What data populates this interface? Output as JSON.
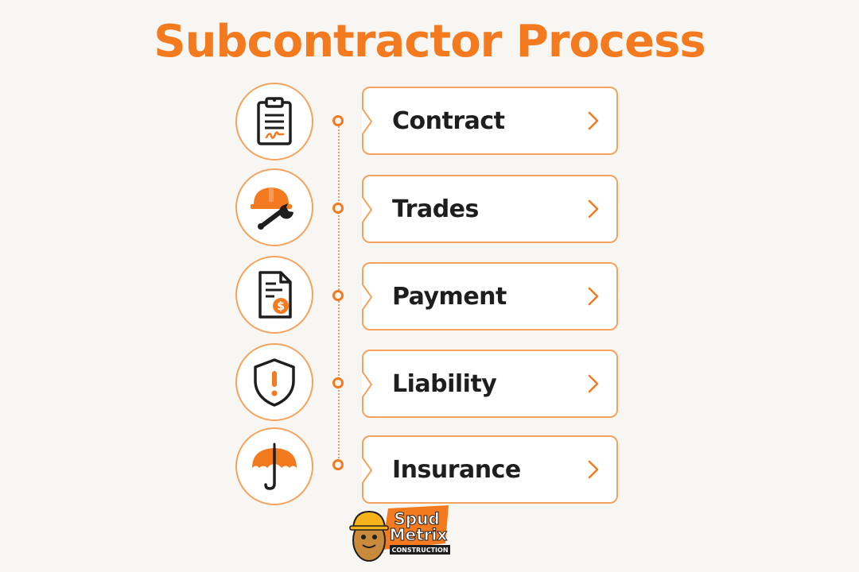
{
  "title": "Subcontractor Process",
  "colors": {
    "accent": "#f47a1f",
    "accent_light": "#f6a25c",
    "text": "#1e1e1e",
    "background": "#f8f6f2"
  },
  "steps": [
    {
      "label": "Contract",
      "icon": "clipboard-icon"
    },
    {
      "label": "Trades",
      "icon": "hardhat-wrench-icon"
    },
    {
      "label": "Payment",
      "icon": "invoice-dollar-icon"
    },
    {
      "label": "Liability",
      "icon": "shield-alert-icon"
    },
    {
      "label": "Insurance",
      "icon": "umbrella-icon"
    }
  ],
  "logo": {
    "line1": "Spud",
    "line2": "Metrix",
    "line3": "CONSTRUCTION"
  }
}
